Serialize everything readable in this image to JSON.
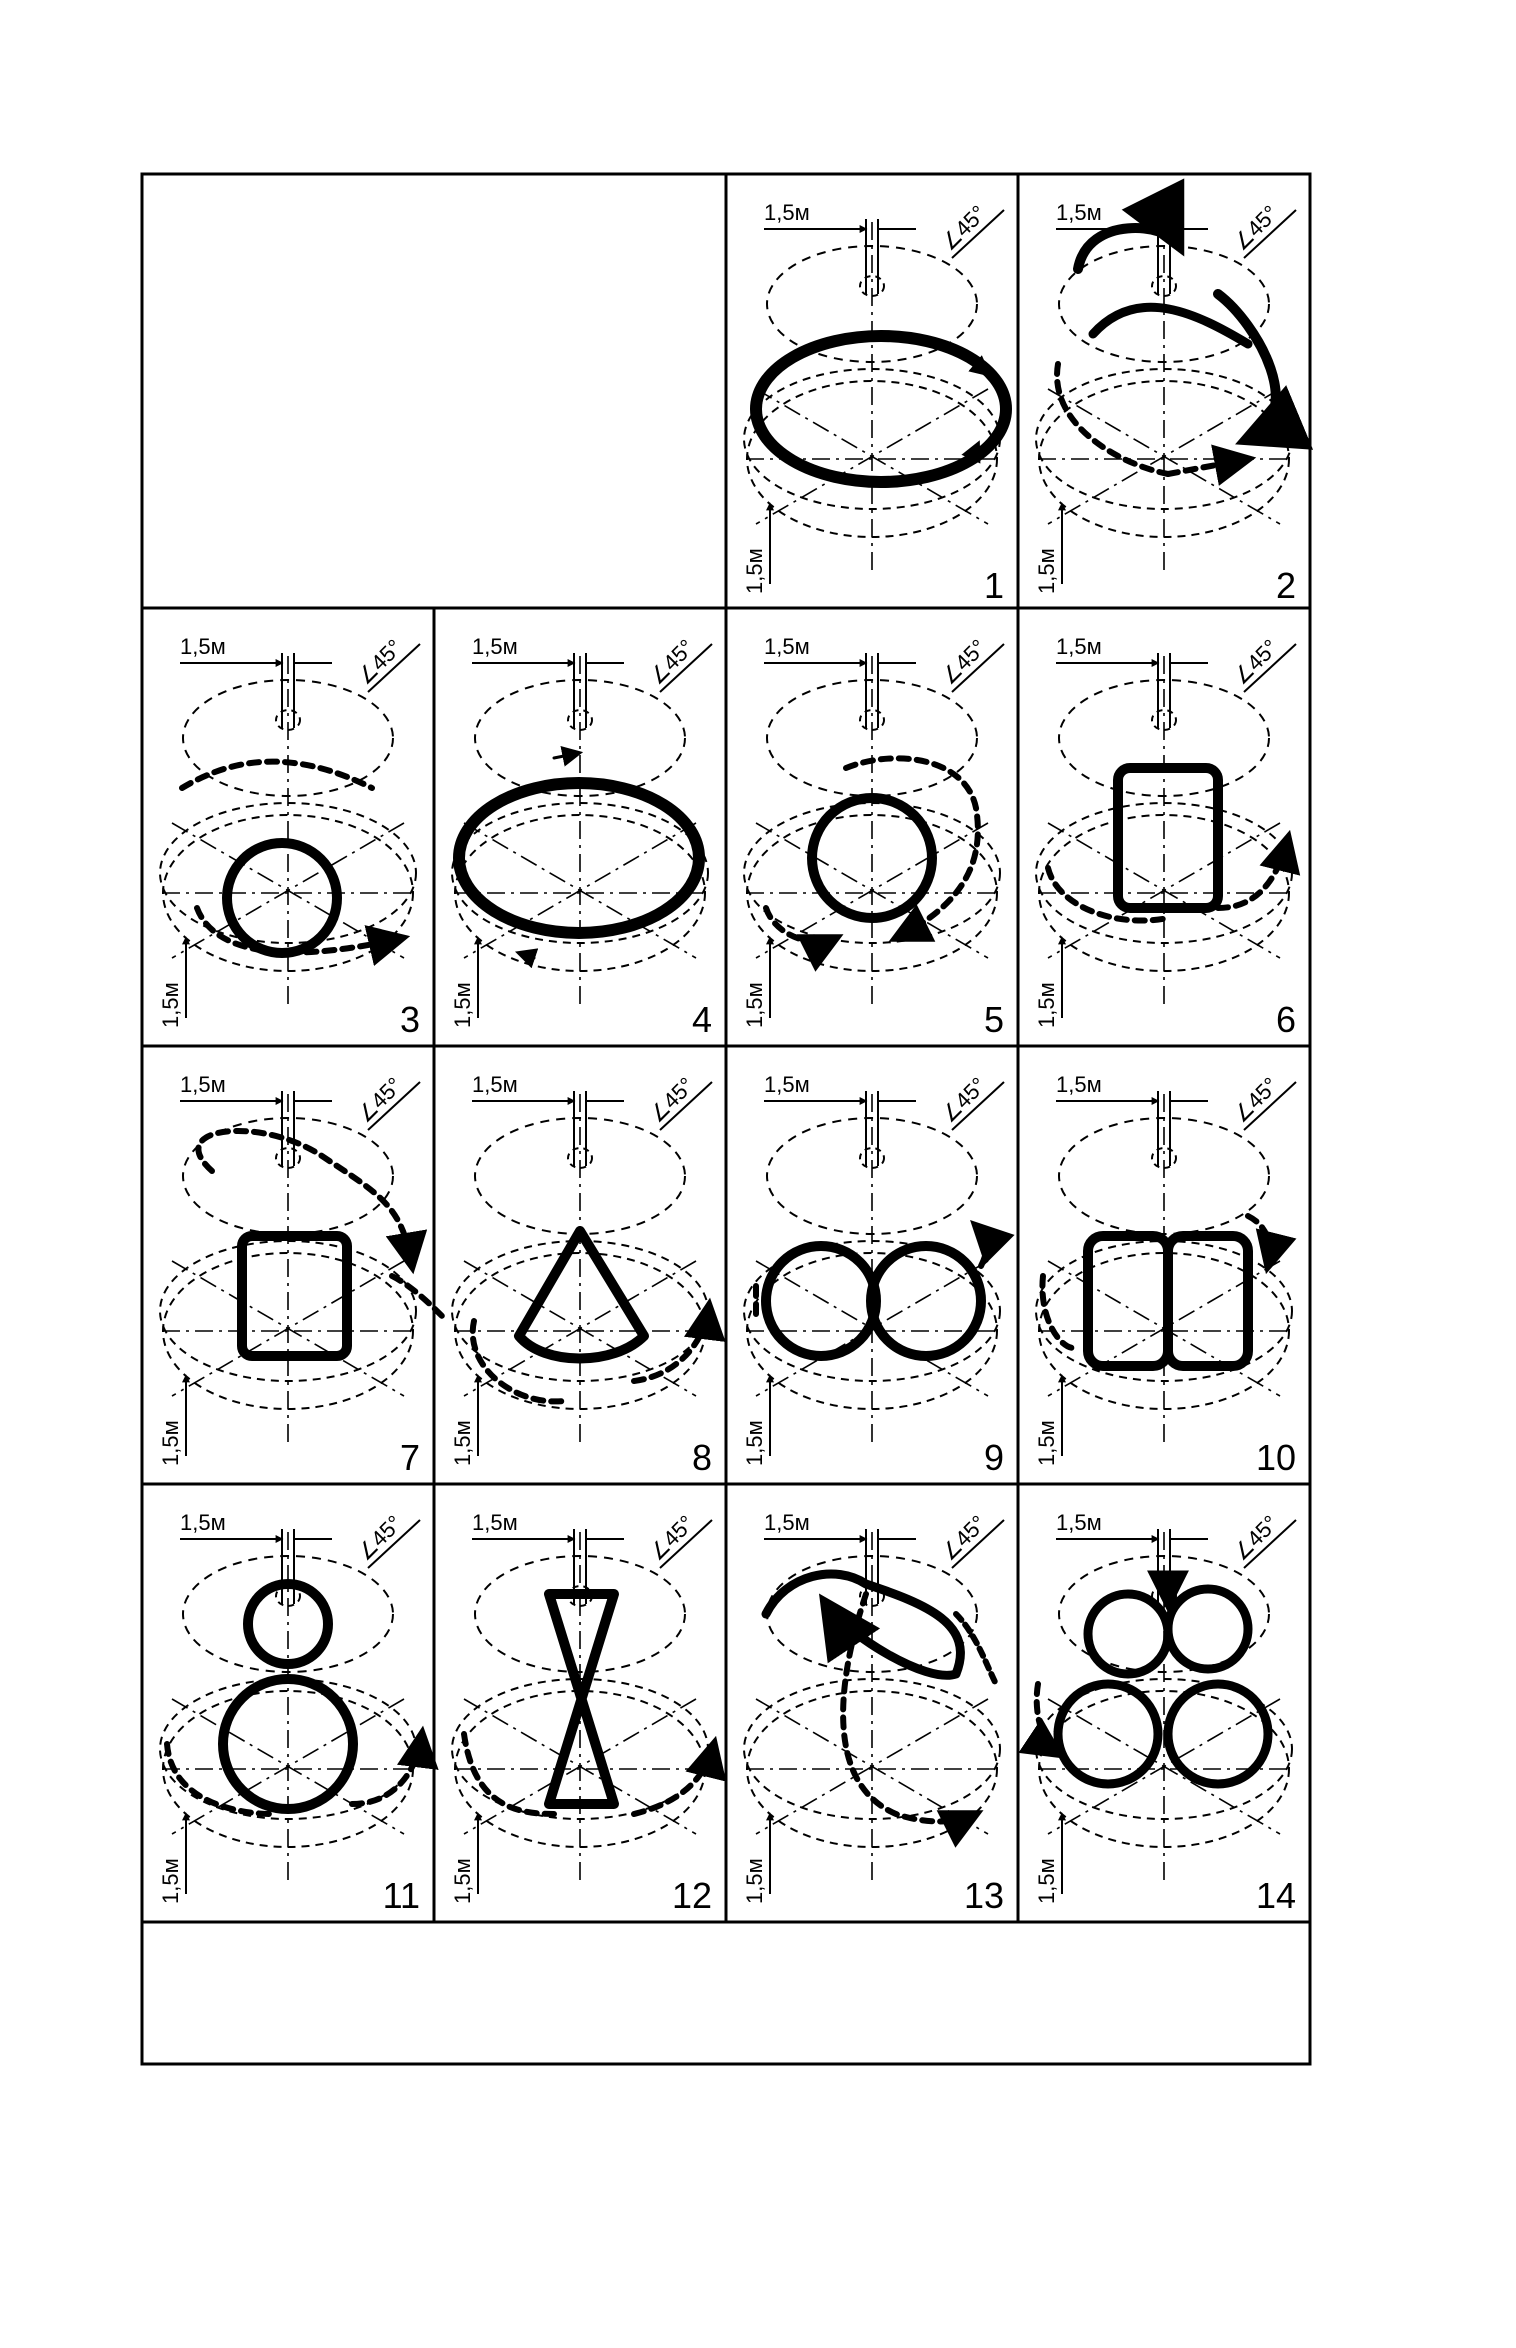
{
  "dimension_label": "1,5м",
  "angle_label": "∠45°",
  "panels": [
    {
      "number": "1"
    },
    {
      "number": "2"
    },
    {
      "number": "3"
    },
    {
      "number": "4"
    },
    {
      "number": "5"
    },
    {
      "number": "6"
    },
    {
      "number": "7"
    },
    {
      "number": "8"
    },
    {
      "number": "9"
    },
    {
      "number": "10"
    },
    {
      "number": "11"
    },
    {
      "number": "12"
    },
    {
      "number": "13"
    },
    {
      "number": "14"
    }
  ]
}
